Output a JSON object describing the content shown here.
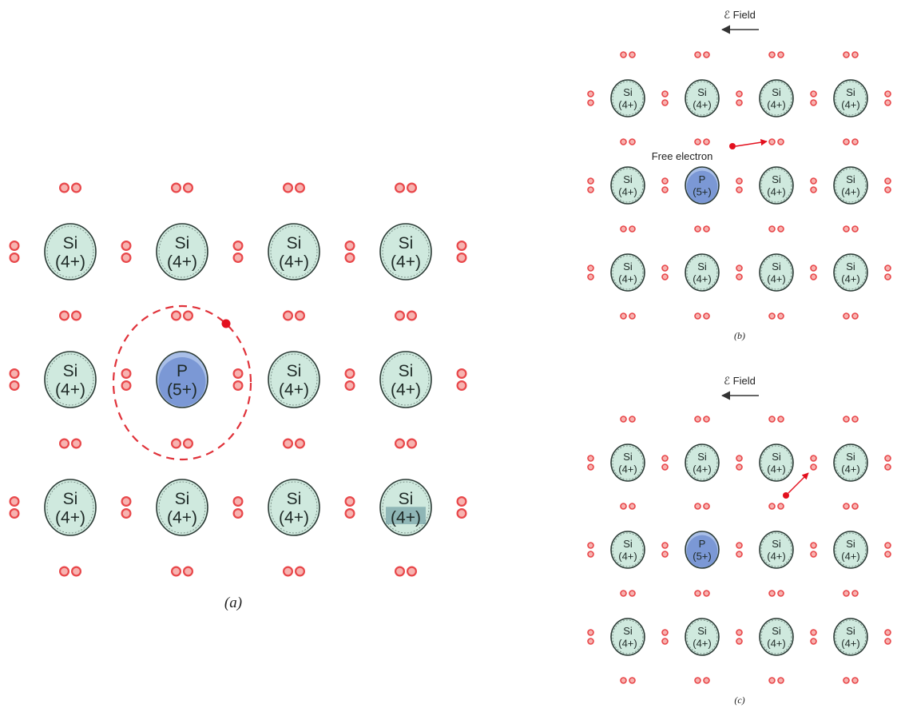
{
  "colors": {
    "si_fill": "#cfe9de",
    "si_stroke": "#2c3b36",
    "p_fill": "#6f8fd0",
    "p_fill_light": "#a9bfe8",
    "electron": "#e8474a",
    "electron_fill": "#f7b3b0",
    "free_electron": "#e3101e",
    "orbit": "#e0323a",
    "highlight": "#7aa4a8",
    "arrow": "#333333"
  },
  "atoms": {
    "si_symbol": "Si",
    "si_charge": "(4+)",
    "p_symbol": "P",
    "p_charge": "(5+)"
  },
  "panel_a": {
    "caption": "(a)",
    "rows": 3,
    "cols": 4,
    "dopant": {
      "row": 1,
      "col": 1
    },
    "highlighted_atom": {
      "row": 2,
      "col": 3
    },
    "orbit_around_dopant": true
  },
  "panel_b": {
    "caption": "(b)",
    "field_label": "ℰ Field",
    "free_electron_label": "Free electron",
    "rows": 3,
    "cols": 4,
    "dopant": {
      "row": 1,
      "col": 1
    }
  },
  "panel_c": {
    "caption": "(c)",
    "field_label": "ℰ Field",
    "rows": 3,
    "cols": 4,
    "dopant": {
      "row": 1,
      "col": 1
    }
  }
}
